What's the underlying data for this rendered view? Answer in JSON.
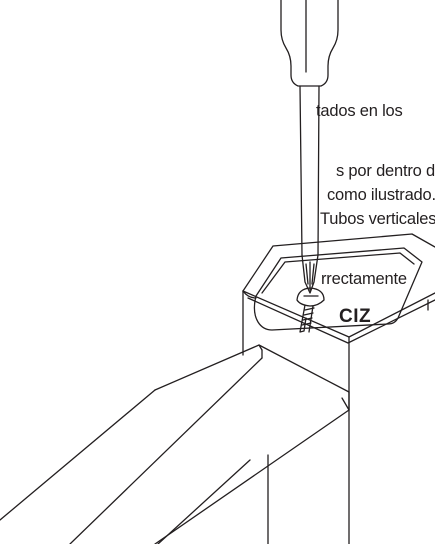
{
  "instructions": {
    "lines": [
      "tados en los",
      "s por dentro de",
      " como ilustrado.",
      "Tubos verticales",
      "rrectamente"
    ]
  },
  "illustration": {
    "post_label": "CIZ"
  },
  "colors": {
    "ink": "#231f20",
    "background": "#ffffff"
  }
}
